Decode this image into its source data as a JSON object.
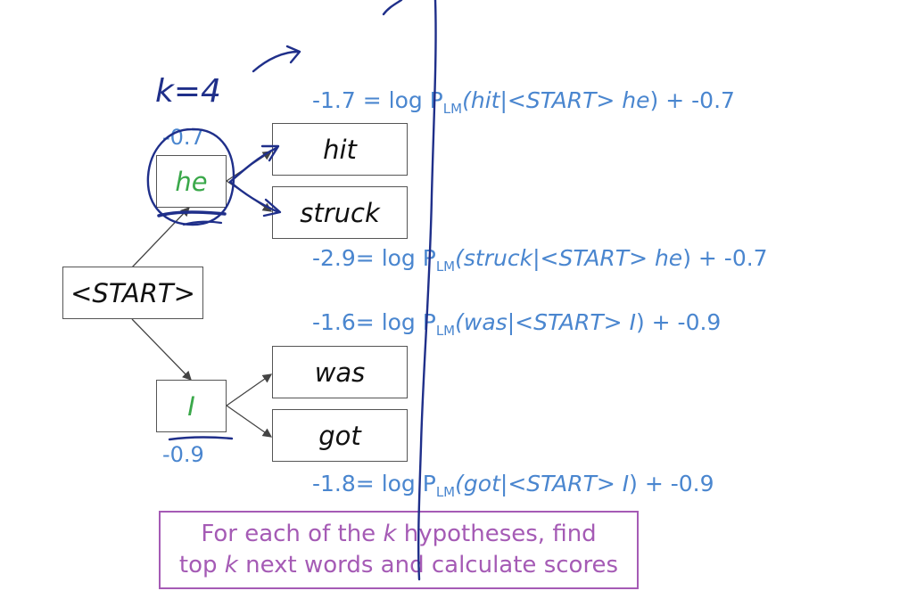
{
  "nodes": {
    "start": "<START>",
    "he": "he",
    "i": "I",
    "hit": "hit",
    "struck": "struck",
    "was": "was",
    "got": "got"
  },
  "scores": {
    "he": "-0.7",
    "i": "-0.9"
  },
  "handwriting": {
    "k_note": "k=4"
  },
  "equations": [
    {
      "lhs": "-1.7 = ",
      "word": "hit",
      "context": "<START> he",
      "tail": " + -0.7"
    },
    {
      "lhs": "-2.9= ",
      "word": "struck",
      "context": "<START> he",
      "tail": " + -0.7"
    },
    {
      "lhs": "-1.6= ",
      "word": "was",
      "context": "<START> I",
      "tail": " + -0.9"
    },
    {
      "lhs": "-1.8= ",
      "word": "got",
      "context": "<START> I",
      "tail": " + -0.9"
    }
  ],
  "log_word": "log P",
  "lm_sub": "LM",
  "callout": {
    "line1_pre": "For each of the ",
    "k": "k",
    "line1_post": " hypotheses, find",
    "line2_pre": "top ",
    "line2_post": " next words and calculate scores"
  },
  "colors": {
    "ink": "#1f2f8a",
    "score_blue": "#4a86cf",
    "hypothesis_green": "#3aa84a",
    "callout_purple": "#a55bb5"
  }
}
